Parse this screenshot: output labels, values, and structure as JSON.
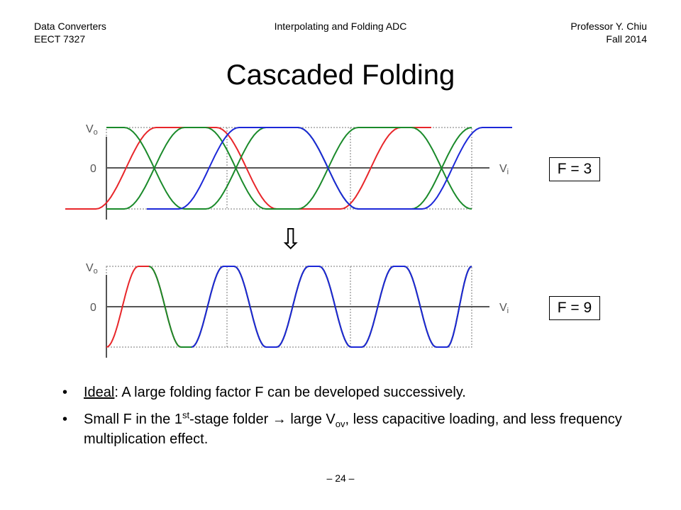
{
  "header": {
    "left_line1": "Data Converters",
    "left_line2": "EECT 7327",
    "center": "Interpolating and Folding ADC",
    "right_line1": "Professor Y. Chiu",
    "right_line2": "Fall 2014"
  },
  "title": "Cascaded Folding",
  "figure": {
    "top_plot": {
      "y_label": "V",
      "y_label_sub": "o",
      "zero_label": "0",
      "x_label": "V",
      "x_label_sub": "i"
    },
    "bottom_plot": {
      "y_label": "V",
      "y_label_sub": "o",
      "zero_label": "0",
      "x_label": "V",
      "x_label_sub": "i"
    },
    "box_top": "F = 3",
    "box_bottom": "F = 9",
    "arrow": "⇩",
    "colors": {
      "red": "#e8262a",
      "green": "#1a8a2a",
      "blue": "#1c28d8",
      "axis": "#555555",
      "grid": "#777777"
    }
  },
  "bullets": [
    {
      "marker": "•",
      "underlined": "Ideal",
      "rest": ": A large folding factor F can be developed successively."
    },
    {
      "marker": "•",
      "p1": "Small F in the 1",
      "sup": "st",
      "p2": "-stage folder → large V",
      "sub": "ov",
      "p3": ", less capacitive loading, and less frequency multiplication effect."
    }
  ],
  "page_number": "– 24 –"
}
